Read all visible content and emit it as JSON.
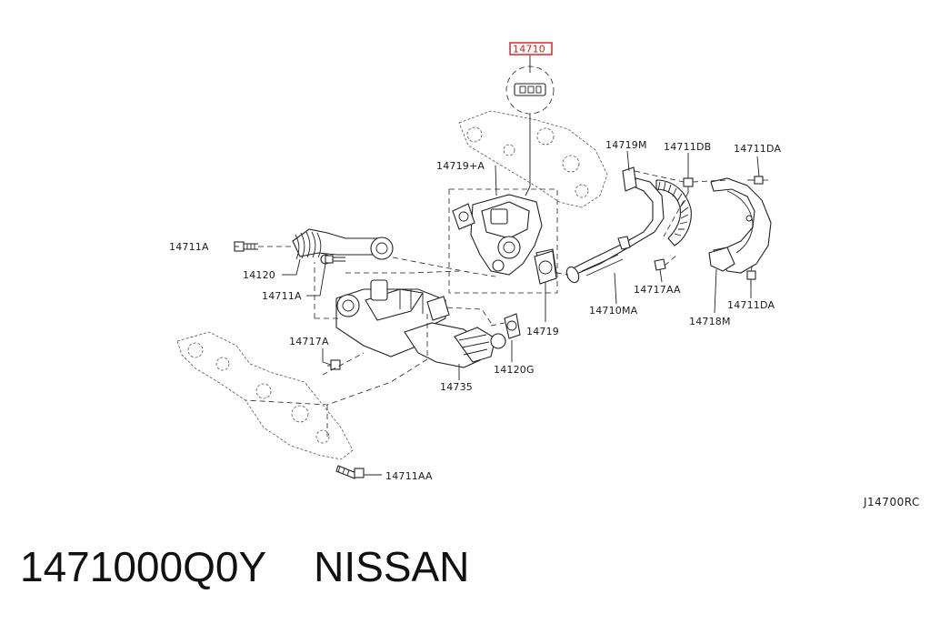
{
  "diagram": {
    "highlighted_part": "14710",
    "labels": {
      "p14710": "14710",
      "p14719A": "14719+A",
      "p14719M": "14719M",
      "p14711DB": "14711DB",
      "p14711DA_top": "14711DA",
      "p14711A_left": "14711A",
      "p14120": "14120",
      "p14711A_mid": "14711A",
      "p14719": "14719",
      "p14710MA": "14710MA",
      "p14717AA": "14717AA",
      "p14711DA_bottom": "14711DA",
      "p14718M": "14718M",
      "p14717A": "14717A",
      "p14120G": "14120G",
      "p14735": "14735",
      "p14711AA": "14711AA"
    },
    "ref_code": "J14700RC",
    "colors": {
      "highlight": "#cc1f1f",
      "line": "#222222"
    }
  },
  "footer": {
    "part_number": "1471000Q0Y",
    "brand": "NISSAN"
  }
}
